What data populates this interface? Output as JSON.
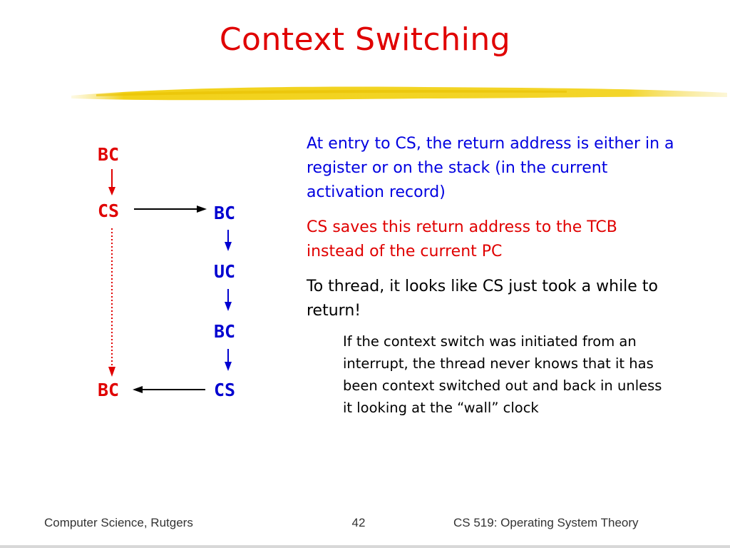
{
  "title": "Context Switching",
  "diagram": {
    "left_column": [
      "BC",
      "CS",
      "BC"
    ],
    "right_column": [
      "BC",
      "UC",
      "BC",
      "CS"
    ],
    "colors": {
      "left": "#e00000",
      "right": "#0000d0",
      "arrow": "#000000",
      "down_arrow_left": "#e00000",
      "down_arrow_right": "#0000d0"
    }
  },
  "body": {
    "p1": "At entry to CS, the return address is either in a register or on the stack (in the current activation record)",
    "p2": "CS saves this return address to the TCB instead of the current PC",
    "p3": "To thread, it looks like CS just took a while to return!",
    "p4": "If the context switch was initiated from an interrupt, the thread never knows that it has been context switched out and back in unless it looking at the “wall” clock"
  },
  "footer": {
    "left": "Computer Science, Rutgers",
    "page": "42",
    "right": "CS 519: Operating System Theory"
  },
  "colors": {
    "title": "#e00000",
    "highlight": "#f2d21a"
  }
}
